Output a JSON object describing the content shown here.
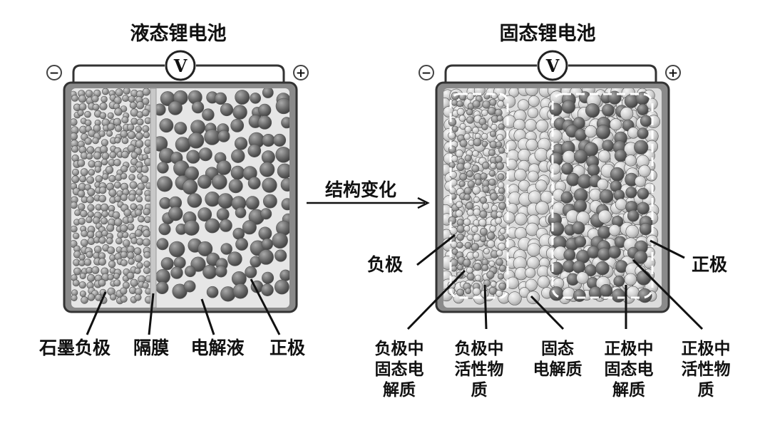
{
  "left_battery": {
    "title": "液态锂电池",
    "meter": "V",
    "minus": "−",
    "plus": "+",
    "labels": {
      "graphite_anode": "石墨负极",
      "separator": "隔膜",
      "electrolyte": "电解液",
      "cathode": "正极"
    }
  },
  "arrow": {
    "label": "结构变化"
  },
  "right_battery": {
    "title": "固态锂电池",
    "meter": "V",
    "minus": "−",
    "plus": "+",
    "labels": {
      "anode": "负极",
      "cathode": "正极",
      "anode_solid_electrolyte": [
        "负极中",
        "固态电",
        "解质"
      ],
      "anode_active_material": [
        "负极中",
        "活性物",
        "质"
      ],
      "solid_electrolyte": [
        "固态",
        "电解质"
      ],
      "cathode_solid_electrolyte": [
        "正极中",
        "固态电",
        "解质"
      ],
      "cathode_active_material": [
        "正极中",
        "活性物",
        "质"
      ]
    }
  },
  "colors": {
    "casing": "#8a8a8a",
    "background": "#e6e6e6",
    "anode_particle": "#999999",
    "cathode_particle": "#666666",
    "electrolyte_particle": "#cfcfcf",
    "separator": "#c8c8c8"
  }
}
